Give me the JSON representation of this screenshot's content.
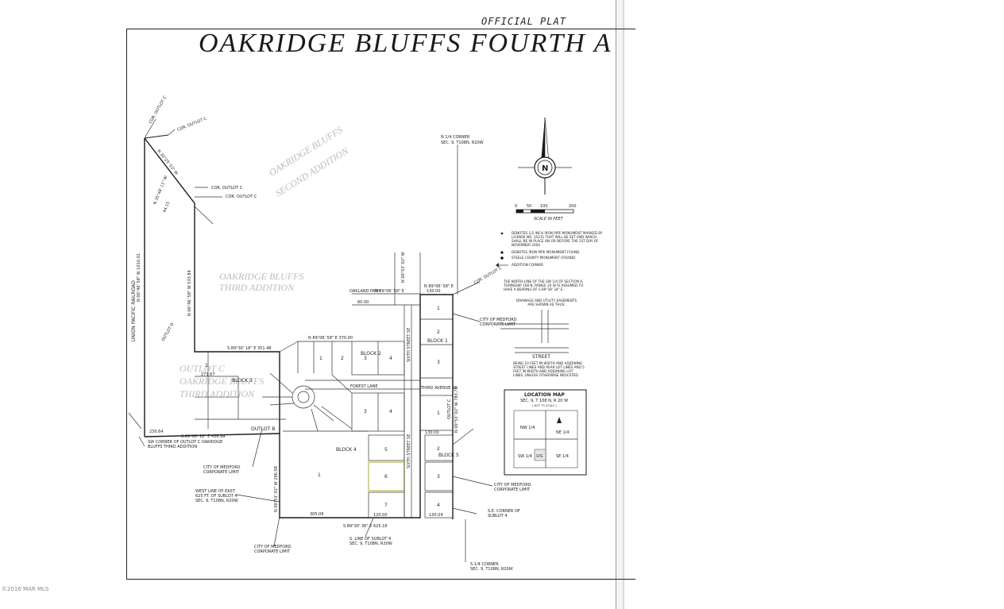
{
  "header": {
    "official": "OFFICIAL PLAT",
    "title": "OAKRIDGE BLUFFS FOURTH A"
  },
  "legend": {
    "monument_1": "DENOTES 1/2 INCH IRON PIPE MONUMENT MARKED BY LICENSE NO. 15231 THAT WILL BE SET AND WHICH SHALL BE IN PLACE ON OR BEFORE THE 1ST DAY OF NOVEMBER 2004",
    "monument_2": "DENOTES IRON PIPE MONUMENT FOUND.",
    "monument_3": "STEELE COUNTY MONUMENT (FOUND)",
    "addition_corner": "ADDITION CORNER",
    "bearing_note": "THE NORTH LINE OF THE SW 1/4 OF SECTION 9, TOWNSHIP 108 N, RANGE 20 W IS ASSUMED TO HAVE A BEARING OF S 89°28' 34\" E.",
    "easement_title": "DRAINAGE AND UTILITY EASEMENTS ARE SHOWN AS THUS:",
    "street_label": "STREET",
    "easement_note": "BEING 10 FEET IN WIDTH AND ADJOINING STREET LINES AND REAR LOT LINES AND 5 FEET IN WIDTH AND ADJOINING LOT LINES, UNLESS OTHERWISE INDICATED."
  },
  "scale": {
    "ticks": [
      "0",
      "50",
      "100",
      "200"
    ],
    "caption": "SCALE IN FEET"
  },
  "location_map": {
    "title": "LOCATION MAP",
    "subtitle": "SEC. 9, T 108 N, R 20 W",
    "not_to_scale": "( NOT TO SCALE )",
    "quarters": [
      "NW 1/4",
      "NE 1/4",
      "SW 1/4",
      "SE 1/4"
    ],
    "site": "SITE"
  },
  "callouts": {
    "n_quarter": "N 1/4 CORNER",
    "n_quarter_sec": "SEC. 9, T108N, R20W",
    "s_quarter": "S 1/4 CORNER",
    "s_quarter_sec": "SEC. 9, T108N, R20W",
    "city_1": "CITY OF MEDFORD",
    "city_1b": "CORPORATE LIMIT",
    "city_2": "CITY OF MEDFORD",
    "city_2b": "CORPORATE LIMIT",
    "city_3": "CITY OF MEDFORD",
    "city_3b": "CORPORATE LIMIT",
    "city_4": "CITY OF MEDFORD",
    "city_4b": "CORPORATE LIMIT",
    "west_line": "WEST LINE OF EAST",
    "west_line_b": "625 FT. OF SUBLOT 4",
    "west_line_c": "SEC. 9, T108N, R20W",
    "s_line": "S. LINE OF SUBLOT 4",
    "s_line_b": "SEC. 9, T108N, R20W",
    "se_corner": "S.E. CORNER OF",
    "se_corner_b": "SUBLOT 4",
    "sw_corner": "SW CORNER OF OUTLOT C OAKRIDGE",
    "sw_corner_b": "BLUFFS THIRD ADDITION",
    "cor_outlot_c": "COR. OUTLOT C",
    "railroad": "UNION PACIFIC RAILROAD"
  },
  "additions": {
    "second": "OAKRIDGE BLUFFS",
    "second_b": "SECOND ADDITION",
    "third": "OAKRIDGE BLUFFS",
    "third_b": "THIRD ADDITION",
    "outlot_c": "OUTLOT C",
    "outlot_c_b": "OAKRIDGE BLUFFS",
    "outlot_c_c": "THIRD ADDITION"
  },
  "streets": {
    "oakland_path": "OAKLAND PATH",
    "forest_lane": "FOREST LANE",
    "third_avenue": "THIRD AVENUE SE",
    "sixth_street": "SIXTH STREET SE"
  },
  "blocks": {
    "block1": "BLOCK 1",
    "block2": "BLOCK 2",
    "block3": "BLOCK 3",
    "block4": "BLOCK 4",
    "block5": "BLOCK 5",
    "outlot_b": "OUTLOT B",
    "outlot_d": "OUTLOT D",
    "outlot_c_rot": "OUTLOT C"
  },
  "lots": [
    "1",
    "2",
    "3",
    "4",
    "5",
    "6",
    "7"
  ],
  "dimensions": {
    "n_35": "N 30°25' 53\" W",
    "n_35b": "N 35°48' 11\" W",
    "d_4415": "44.15",
    "w_1010": "N 00°46' 58\" W  1010.01",
    "w_533": "N 00°46' 58\" W  533.84",
    "s_351": "S 89°30' 18\" E  351.48",
    "n_370": "N 89°06' 58\" E  370.00",
    "n_130": "N 89°06' 58\" E",
    "d_130": "130.00",
    "oak_60": "N 89°06' 58\" E",
    "oak_60b": "60.00",
    "s_456": "S 89°30' 18\" E  456.99",
    "s_625": "S 89°30' 36\" E  625.18",
    "n_296": "N 00°53' 02\" W  296.58",
    "e_783": "N 00°53' 02\" W  783.71",
    "s_355": "N 00°53' 02\" W",
    "d_271": "271.67",
    "d_230": "230.64",
    "d_305": "305.06",
    "d_1300": "130.00",
    "d_13004": "130.04",
    "d_1200": "120.00"
  },
  "watermark": "©2016 MAR MLS"
}
